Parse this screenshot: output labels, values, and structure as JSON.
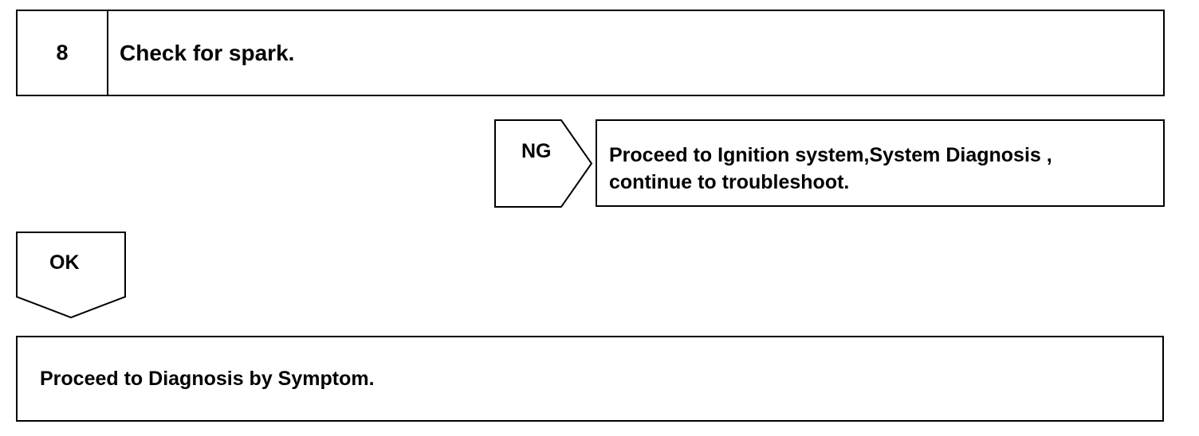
{
  "step": {
    "number": "8",
    "title": "Check for spark."
  },
  "ng": {
    "label": "NG",
    "result": "Proceed to Ignition system,System Diagnosis ,\ncontinue to troubleshoot."
  },
  "ok": {
    "label": "OK",
    "result": "Proceed to Diagnosis by Symptom."
  }
}
